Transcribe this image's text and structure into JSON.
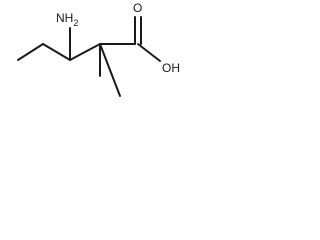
{
  "molecule": {
    "atoms": {
      "amine": "NH",
      "amine_subscript": "2",
      "carbonyl_oxygen": "O",
      "hydroxyl": "OH"
    }
  }
}
